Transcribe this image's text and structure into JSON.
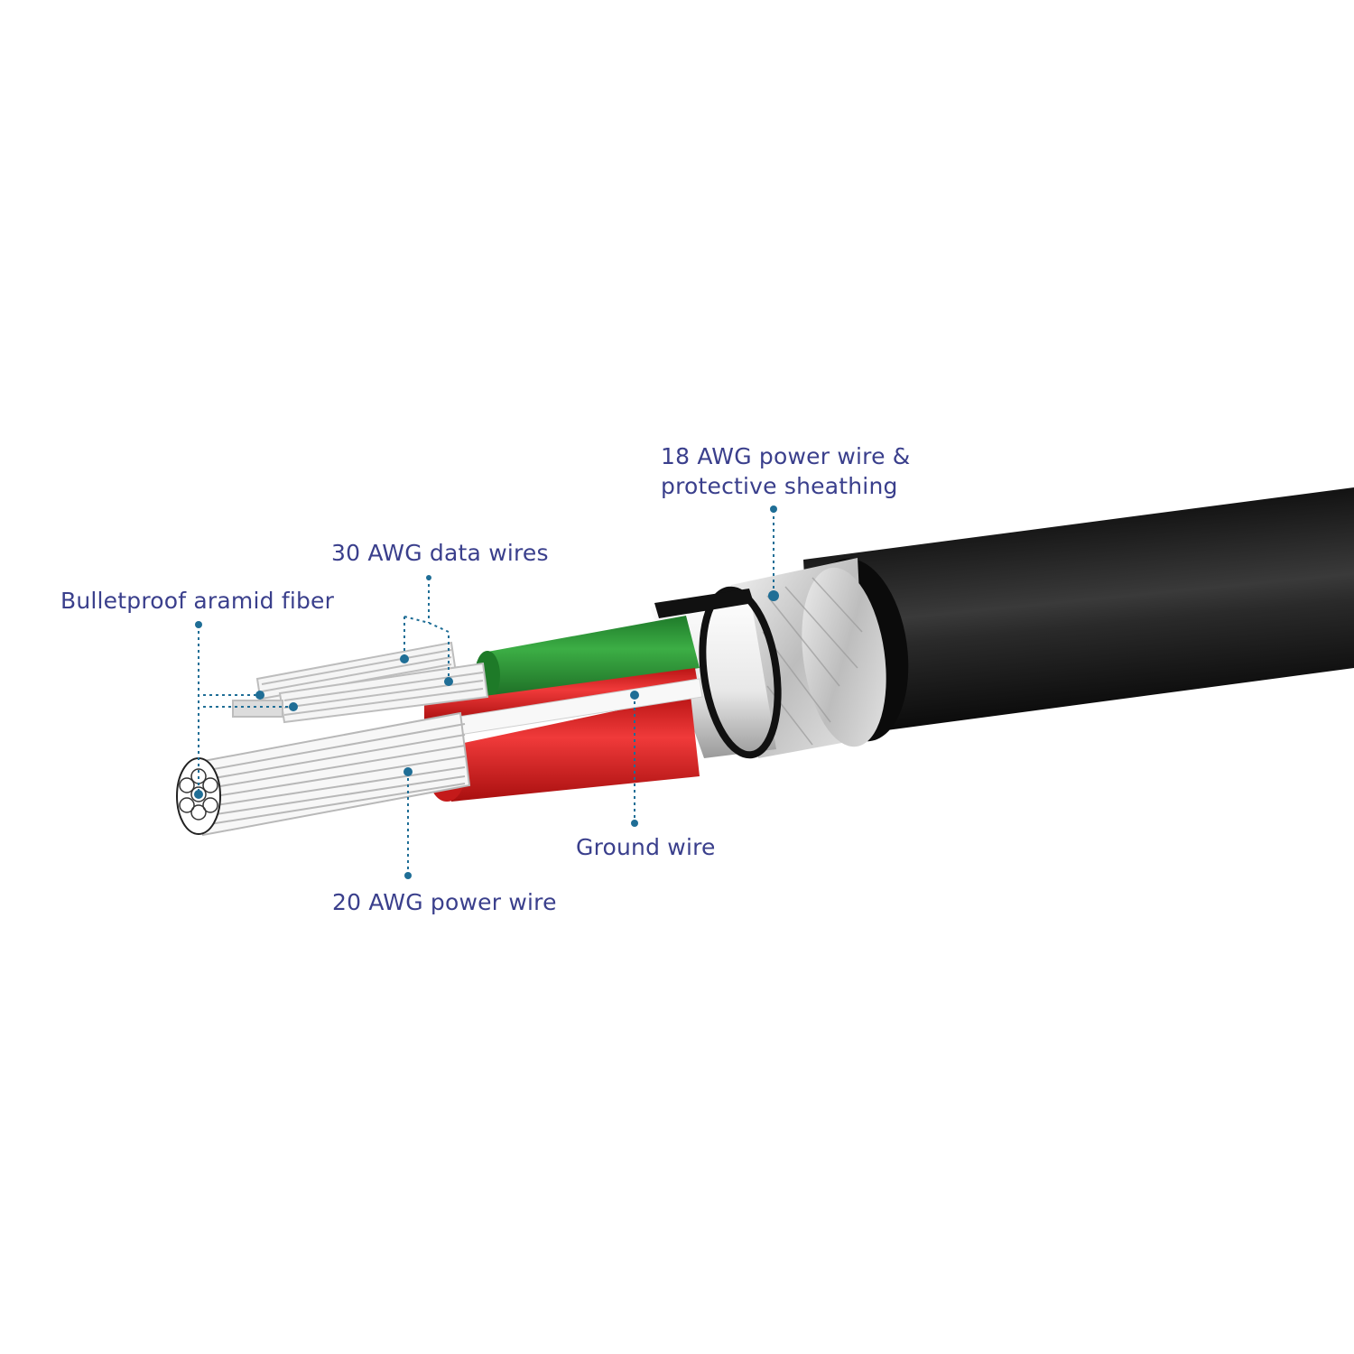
{
  "diagram": {
    "subject": "Cable cross-section",
    "label_color": "#3a3f8c",
    "leader_color": "#1f6e96",
    "colors": {
      "outer_jacket": "#0a0a0a",
      "braid_shield": "#d8d8d8",
      "green_wire": "#2e9a3a",
      "red_wire": "#e02a2a",
      "conductor": "#eeeeee"
    },
    "labels": {
      "sheathing_line1": "18 AWG power wire &",
      "sheathing_line2": "protective sheathing",
      "data_wires": "30 AWG data wires",
      "aramid": "Bulletproof aramid fiber",
      "ground": "Ground wire",
      "power20": "20 AWG power wire"
    }
  }
}
